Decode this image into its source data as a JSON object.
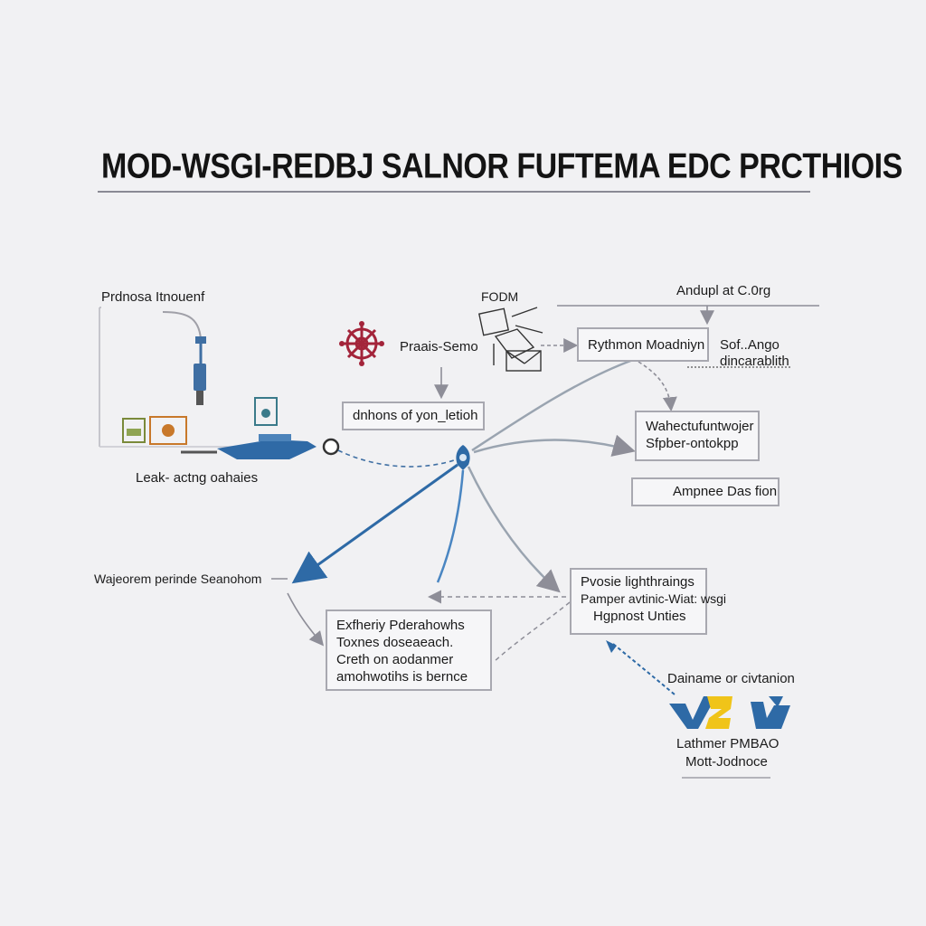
{
  "title": "MOD-WSGI-REDBJ SALNOR FUFTEMA EDC PRCTHIOIS",
  "labels": {
    "top_left": "Prdnosa Itnouenf",
    "bottom_left": "Leak- actng oahaies",
    "fodm": "FODM",
    "praais": "Praais-Semo",
    "andupl": "Andupl at C.0rg",
    "sof_line1": "Sof..Ango",
    "sof_line2": "dincarablith",
    "left_mid": "Wajeorem perinde Seanohom",
    "dainame": "Dainame or civtanion",
    "lathmer_line1": "Lathmer PMBAO",
    "lathmer_line2": "Mott-Jodnoce"
  },
  "boxes": {
    "dnhons": "dnhons of yon_letioh",
    "rythmon": "Rythmon Moadniyn",
    "wahect_line1": "Wahectufuntwojer",
    "wahect_line2": "Sfpber-ontokpp",
    "ampnee": "Ampnee Das fion",
    "pvosie_line1": "Pvosie lighthraings",
    "pvosie_line2": "Pamper avtinic-Wiat: wsgi",
    "pvosie_line3": "Hgpnost Unties",
    "exfth_line1": "Exfheriy Pderahowhs",
    "exfth_line2": "Toxnes doseaeach.",
    "exfth_line3": "Creth on aodanmer",
    "exfth_line4": "amohwotihs is bernce"
  },
  "colors": {
    "accent_blue": "#2e6aa6",
    "line_gray": "#9a9aa4",
    "maroon": "#a3243a",
    "yellow": "#f0c419",
    "olive": "#7a8a3a",
    "orange": "#c8782a",
    "teal": "#3a7a8a"
  },
  "icons": [
    "gear-icon",
    "machine-icon",
    "logo-icon",
    "cable-icon",
    "scanner-icon"
  ]
}
